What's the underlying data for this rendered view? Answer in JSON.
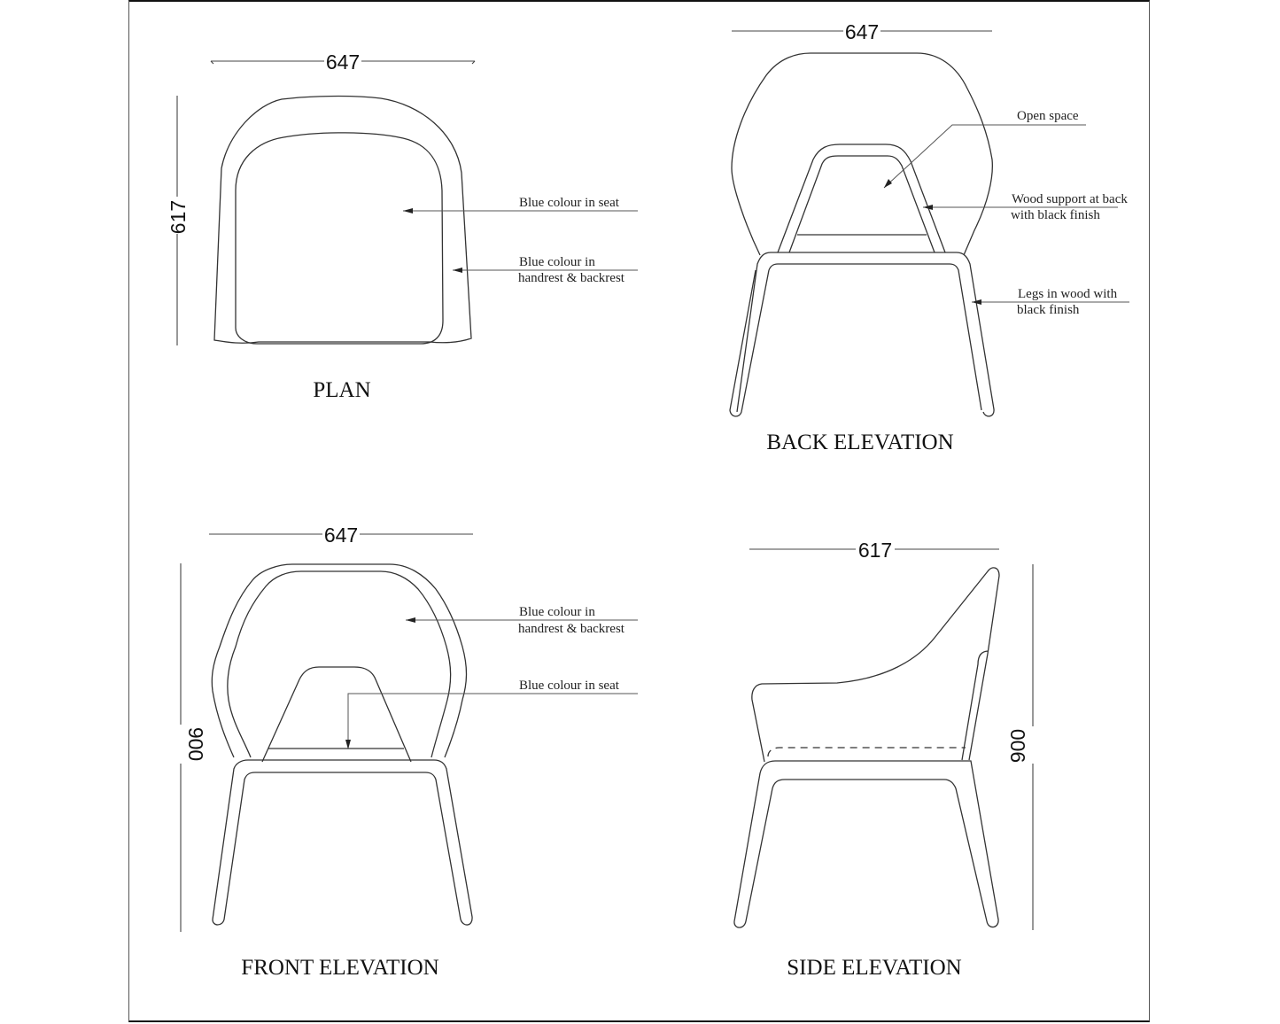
{
  "sheet": {
    "border_color": "#555555",
    "background": "#ffffff"
  },
  "views": {
    "plan": {
      "title": "PLAN",
      "width_dim": "647",
      "depth_dim": "617",
      "notes": [
        {
          "text": "Blue colour in seat"
        },
        {
          "lines": [
            "Blue colour in",
            "handrest & backrest"
          ]
        }
      ]
    },
    "back_elevation": {
      "title": "BACK ELEVATION",
      "width_dim": "647",
      "notes": [
        {
          "text": "Open space"
        },
        {
          "lines": [
            "Wood support at back",
            "with black finish"
          ]
        },
        {
          "lines": [
            "Legs in wood with",
            "black finish"
          ]
        }
      ]
    },
    "front_elevation": {
      "title": "FRONT ELEVATION",
      "width_dim": "647",
      "height_dim": "900",
      "notes": [
        {
          "lines": [
            "Blue colour in",
            "handrest & backrest"
          ]
        },
        {
          "text": "Blue colour in seat"
        }
      ]
    },
    "side_elevation": {
      "title": "SIDE ELEVATION",
      "depth_dim": "617",
      "height_dim": "900"
    }
  }
}
